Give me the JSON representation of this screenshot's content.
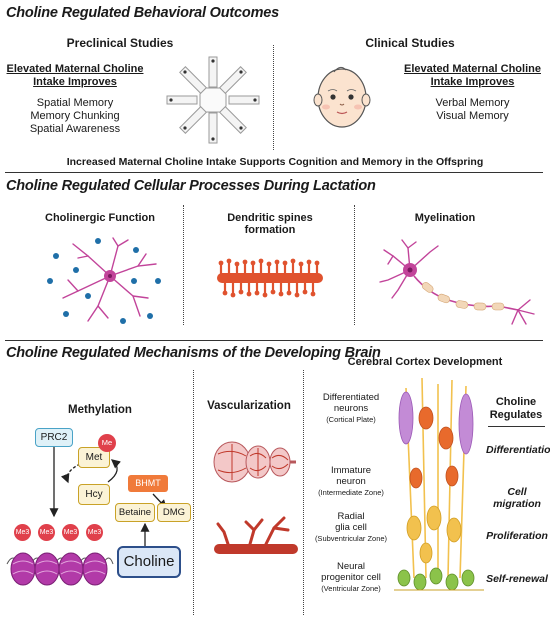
{
  "section1": {
    "title": "Choline Regulated Behavioral Outcomes",
    "preclinical": {
      "title": "Preclinical Studies",
      "heading_line1": "Elevated Maternal Choline",
      "heading_line2": "Intake Improves",
      "items": [
        "Spatial Memory",
        "Memory Chunking",
        "Spatial Awareness"
      ]
    },
    "clinical": {
      "title": "Clinical Studies",
      "heading_line1": "Elevated Maternal Choline",
      "heading_line2": "Intake Improves",
      "items": [
        "Verbal Memory",
        "Visual Memory"
      ]
    },
    "summary": "Increased Maternal Choline Intake Supports Cognition and Memory in the Offspring"
  },
  "section2": {
    "title": "Choline Regulated Cellular Processes During Lactation",
    "panels": [
      {
        "title_line1": "Cholinergic Function",
        "title_line2": ""
      },
      {
        "title_line1": "Dendritic spines",
        "title_line2": "formation"
      },
      {
        "title_line1": "Myelination",
        "title_line2": ""
      }
    ]
  },
  "section3": {
    "title": "Choline Regulated Mechanisms of the Developing Brain",
    "methylation": {
      "title": "Methylation",
      "prc2": "PRC2",
      "me": "Me",
      "met": "Met",
      "hcy": "Hcy",
      "bhmt": "BHMT",
      "betaine": "Betaine",
      "dmg": "DMG",
      "choline": "Choline",
      "me3": "Me3"
    },
    "vascularization": {
      "title": "Vascularization"
    },
    "cortex": {
      "title": "Cerebral Cortex Development",
      "regulates_line1": "Choline",
      "regulates_line2": "Regulates",
      "layers": [
        {
          "name_line1": "Differentiated",
          "name_line2": "neurons",
          "zone": "(Cortical Plate)"
        },
        {
          "name_line1": "Immature",
          "name_line2": "neuron",
          "zone": "(Intermediate Zone)"
        },
        {
          "name_line1": "Radial",
          "name_line2": "glia cell",
          "zone": "(Subventricular Zone)"
        },
        {
          "name_line1": "Neural",
          "name_line2": "progenitor cell",
          "zone": "(Ventricular Zone)"
        }
      ],
      "processes": [
        {
          "line1": "Differentiation",
          "line2": ""
        },
        {
          "line1": "Cell",
          "line2": "migration"
        },
        {
          "line1": "Proliferation",
          "line2": ""
        },
        {
          "line1": "Self-renewal",
          "line2": ""
        }
      ]
    }
  },
  "colors": {
    "neuron": "#c2449a",
    "blue_dots": "#1f6fa8",
    "spine_red": "#e0522e",
    "me_red": "#e0404b",
    "bhmt_orange": "#f07a3a",
    "nucleosome": "#b23aa8",
    "cell_yellow": "#f2c14e",
    "cell_orange": "#e86a2c",
    "progenitor_green": "#8bc34a"
  }
}
